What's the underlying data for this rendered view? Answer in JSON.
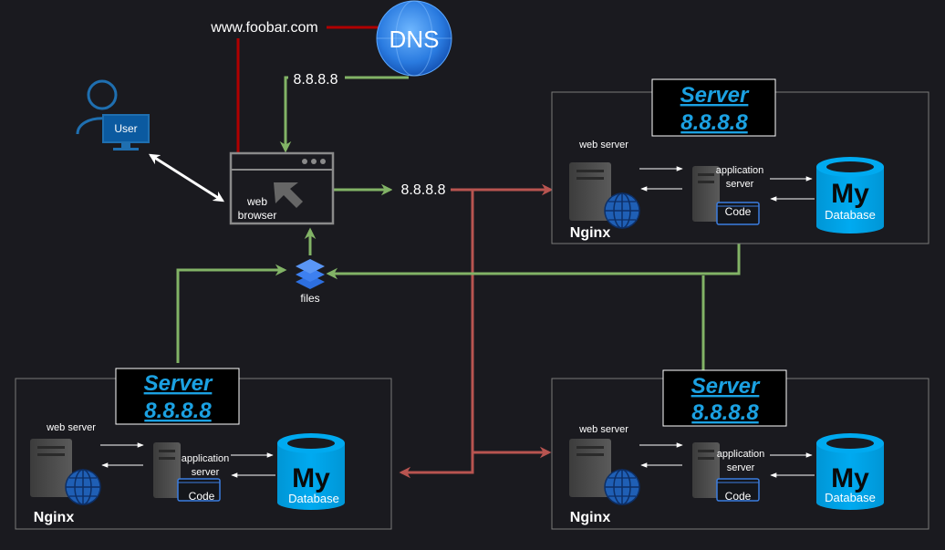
{
  "dns": {
    "label": "DNS",
    "domain": "www.foobar.com",
    "resolved_ip": "8.8.8.8"
  },
  "user": {
    "label": "User"
  },
  "browser": {
    "label_line1": "web",
    "label_line2": "browser"
  },
  "request_ip": "8.8.8.8",
  "files": {
    "label": "files"
  },
  "servers": [
    {
      "title": "Server",
      "ip": "8.8.8.8",
      "web_server_label": "web server",
      "nginx_label": "Nginx",
      "app_line1": "application",
      "app_line2": "server",
      "code_label": "Code",
      "db_logo": "My",
      "db_label": "Database"
    },
    {
      "title": "Server",
      "ip": "8.8.8.8",
      "web_server_label": "web server",
      "nginx_label": "Nginx",
      "app_line1": "application",
      "app_line2": "server",
      "code_label": "Code",
      "db_logo": "My",
      "db_label": "Database"
    },
    {
      "title": "Server",
      "ip": "8.8.8.8",
      "web_server_label": "web server",
      "nginx_label": "Nginx",
      "app_line1": "application",
      "app_line2": "server",
      "code_label": "Code",
      "db_logo": "My",
      "db_label": "Database"
    }
  ],
  "colors": {
    "background": "#1a1a1f",
    "dns_link": "#b00000",
    "green_link": "#82b366",
    "red_link": "#b85450",
    "title_blue": "#1ba1e2",
    "db_blue": "#00a2e8",
    "globe_blue": "#1f5fb5"
  }
}
